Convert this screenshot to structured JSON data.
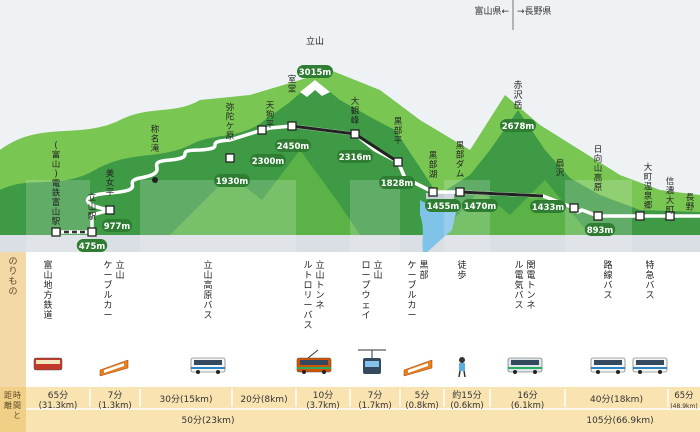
{
  "pref_labels": {
    "left": "富山県←",
    "right": "→長野県"
  },
  "stations": [
    {
      "id": "toyama",
      "name": "(富山)電鉄富山駅",
      "alt": ""
    },
    {
      "id": "tateyama",
      "name": "立山駅",
      "alt": "475m"
    },
    {
      "id": "bijodaira",
      "name": "美女平",
      "alt": "977m"
    },
    {
      "id": "shomyo",
      "name": "称名滝",
      "alt": ""
    },
    {
      "id": "midagahara",
      "name": "弥陀ケ原",
      "alt": "1930m"
    },
    {
      "id": "tengudaira",
      "name": "天狗平",
      "alt": "2300m"
    },
    {
      "id": "murodo",
      "name": "室堂",
      "alt": "2450m"
    },
    {
      "id": "tateyama_peak",
      "name": "立山",
      "alt": "3015m"
    },
    {
      "id": "daikanbo",
      "name": "大観峰",
      "alt": "2316m"
    },
    {
      "id": "kurobedaira",
      "name": "黒部平",
      "alt": "1828m"
    },
    {
      "id": "kurobeko",
      "name": "黒部湖",
      "alt": "1455m"
    },
    {
      "id": "kurobedam",
      "name": "黒部ダム",
      "alt": "1470m"
    },
    {
      "id": "akazawadake",
      "name": "赤沢岳",
      "alt": "2678m"
    },
    {
      "id": "ogisawa",
      "name": "扇沢",
      "alt": "1433m"
    },
    {
      "id": "hinatayama",
      "name": "日向山高原",
      "alt": "893m"
    },
    {
      "id": "omachi",
      "name": "大町温泉郷",
      "alt": ""
    },
    {
      "id": "shinanoomachi",
      "name": "信濃大町",
      "alt": ""
    },
    {
      "id": "nagano",
      "name": "長野",
      "alt": ""
    }
  ],
  "norimono_label": "のりもの",
  "transport": [
    {
      "id": "dentetsu",
      "name": "富山地方鉄道",
      "vehicle": "train"
    },
    {
      "id": "cable1",
      "name": "立山ケーブルカー",
      "vehicle": "cable"
    },
    {
      "id": "kogen_bus",
      "name": "立山高原バス",
      "vehicle": "bus"
    },
    {
      "id": "trolley1",
      "name": "立山トンネルトロリーバス",
      "vehicle": "trolley"
    },
    {
      "id": "ropeway",
      "name": "立山ロープウェイ",
      "vehicle": "ropeway"
    },
    {
      "id": "cable2",
      "name": "黒部ケーブルカー",
      "vehicle": "cable"
    },
    {
      "id": "walk",
      "name": "徒歩",
      "vehicle": "walker"
    },
    {
      "id": "kanden",
      "name": "関電トンネル電気バス",
      "vehicle": "ebus"
    },
    {
      "id": "rosen",
      "name": "路線バス",
      "vehicle": "bus"
    },
    {
      "id": "tokkyu",
      "name": "特急バス",
      "vehicle": "bus"
    }
  ],
  "time_label": "時間と距離",
  "times_row1": [
    {
      "id": "t1",
      "text": "65分",
      "sub": "(31.3km)"
    },
    {
      "id": "t2",
      "text": "7分",
      "sub": "(1.3km)"
    },
    {
      "id": "t3",
      "text": "30分(15km)",
      "sub": ""
    },
    {
      "id": "t4",
      "text": "20分(8km)",
      "sub": ""
    },
    {
      "id": "t5",
      "text": "10分",
      "sub": "(3.7km)"
    },
    {
      "id": "t6",
      "text": "7分",
      "sub": "(1.7km)"
    },
    {
      "id": "t7",
      "text": "5分",
      "sub": "(0.8km)"
    },
    {
      "id": "t8",
      "text": "約15分",
      "sub": "(0.6km)"
    },
    {
      "id": "t9",
      "text": "16分",
      "sub": "(6.1km)"
    },
    {
      "id": "t10",
      "text": "40分(18km)",
      "sub": ""
    },
    {
      "id": "t11",
      "text": "65分",
      "sub": "(48.9km)"
    }
  ],
  "times_row2": [
    {
      "id": "t12",
      "text": "50分(23km)"
    },
    {
      "id": "t13",
      "text": "105分(66.9km)"
    }
  ],
  "colors": {
    "mountain_dark": "#3f9a45",
    "mountain_light": "#6cc24a",
    "badge": "#2e7d32",
    "sky": "#e9eef2",
    "time_row": "#f9e3b0",
    "label_col": "#f3d9a6"
  }
}
